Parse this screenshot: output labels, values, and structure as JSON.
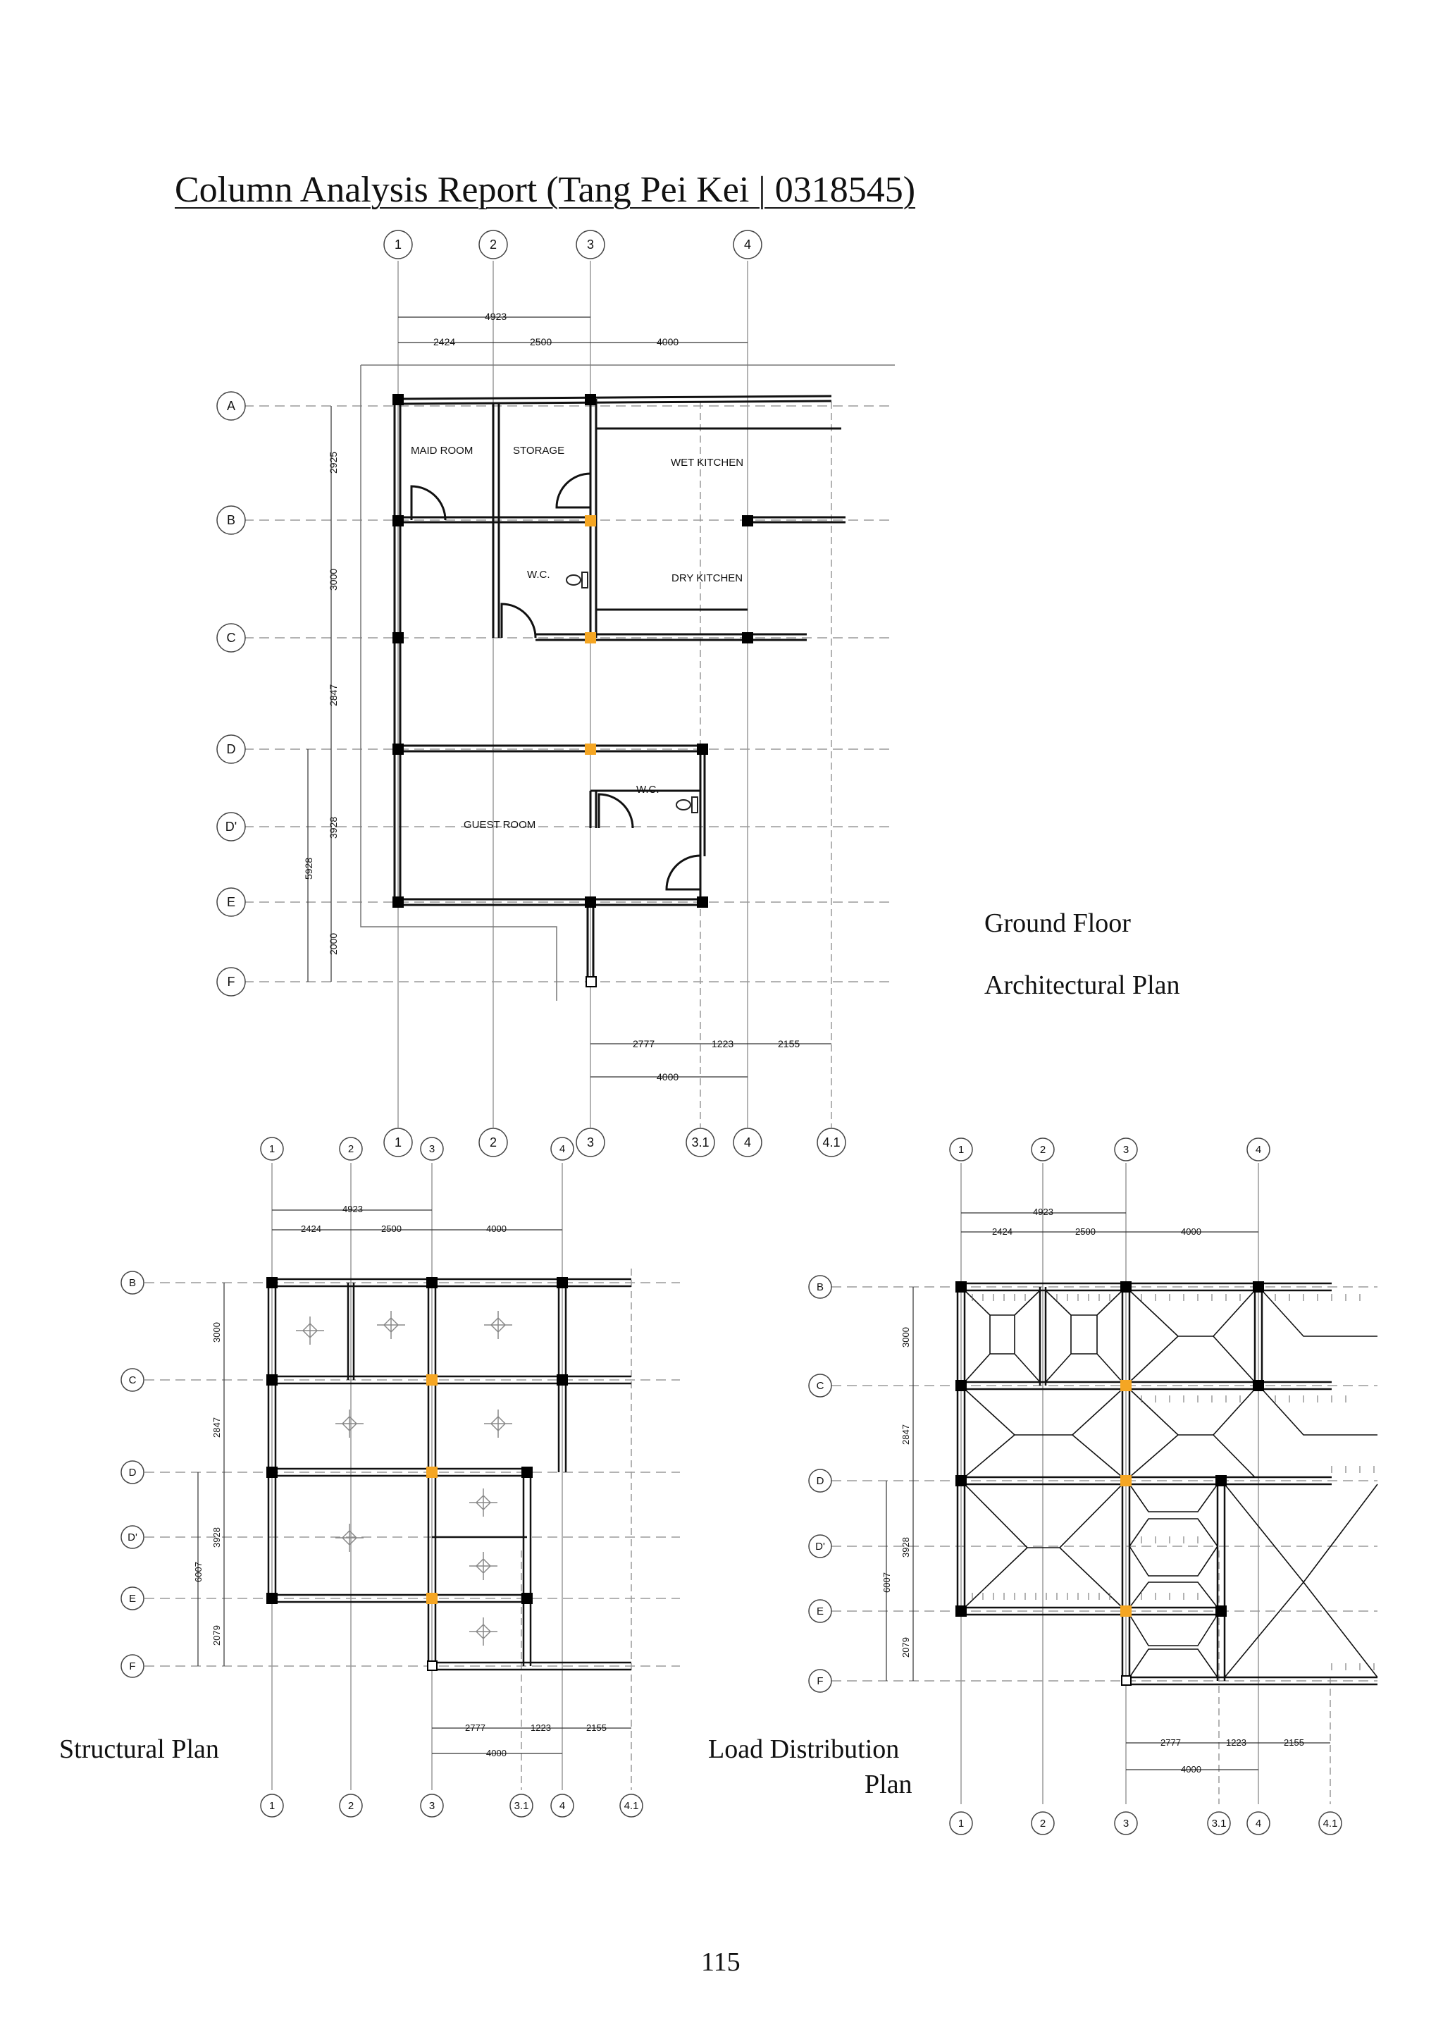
{
  "title": "Column Analysis Report (Tang Pei Kei | 0318545)",
  "captions": {
    "ground_floor_line1": "Ground Floor",
    "ground_floor_line2": "Architectural Plan",
    "structural": "Structural Plan",
    "load_line1": "Load Distribution",
    "load_line2": "Plan"
  },
  "page_number": "115",
  "colors": {
    "line": "#111111",
    "grid": "#9a9a9a",
    "column": "#000000",
    "highlight_column": "#f5a623"
  },
  "architectural_plan": {
    "grid_top": [
      "1",
      "2",
      "3",
      "4"
    ],
    "grid_bottom": [
      "1",
      "2",
      "3",
      "3.1",
      "4",
      "4.1"
    ],
    "grid_rows": [
      "A",
      "B",
      "C",
      "D",
      "D'",
      "E",
      "F"
    ],
    "dims_top": {
      "total": "4923",
      "a": "2424",
      "b": "2500",
      "c": "4000"
    },
    "dims_left": {
      "ab": "2925",
      "bc": "3000",
      "cd": "2847",
      "de": "3928",
      "d_f": "5928",
      "ef": "2000"
    },
    "dims_bottom": {
      "a": "2777",
      "b": "1223",
      "c": "2155",
      "total": "4000"
    },
    "rooms": {
      "maid": "MAID ROOM",
      "storage": "STORAGE",
      "wet_kitchen": "WET KITCHEN",
      "wc1": "W.C.",
      "dry_kitchen": "DRY KITCHEN",
      "wc2": "W.C.",
      "guest": "GUEST ROOM"
    }
  },
  "structural_plan": {
    "grid_top": [
      "1",
      "2",
      "3",
      "4"
    ],
    "grid_bottom": [
      "1",
      "2",
      "3",
      "3.1",
      "4",
      "4.1"
    ],
    "grid_rows": [
      "B",
      "C",
      "D",
      "D'",
      "E",
      "F"
    ],
    "dims_top": {
      "total": "4923",
      "a": "2424",
      "b": "2500",
      "c": "4000"
    },
    "dims_left": {
      "bc": "3000",
      "cd": "2847",
      "de": "3928",
      "d_f": "6007",
      "ef": "2079"
    },
    "dims_bottom": {
      "a": "2777",
      "b": "1223",
      "c": "2155",
      "total": "4000"
    }
  },
  "load_plan": {
    "grid_top": [
      "1",
      "2",
      "3",
      "4"
    ],
    "grid_bottom": [
      "1",
      "2",
      "3",
      "3.1",
      "4",
      "4.1"
    ],
    "grid_rows": [
      "B",
      "C",
      "D",
      "D'",
      "E",
      "F"
    ],
    "dims_top": {
      "total": "4923",
      "a": "2424",
      "b": "2500",
      "c": "4000"
    },
    "dims_left": {
      "bc": "3000",
      "cd": "2847",
      "de": "3928",
      "d_f": "6007",
      "ef": "2079"
    },
    "dims_bottom": {
      "a": "2777",
      "b": "1223",
      "c": "2155",
      "total": "4000"
    }
  }
}
